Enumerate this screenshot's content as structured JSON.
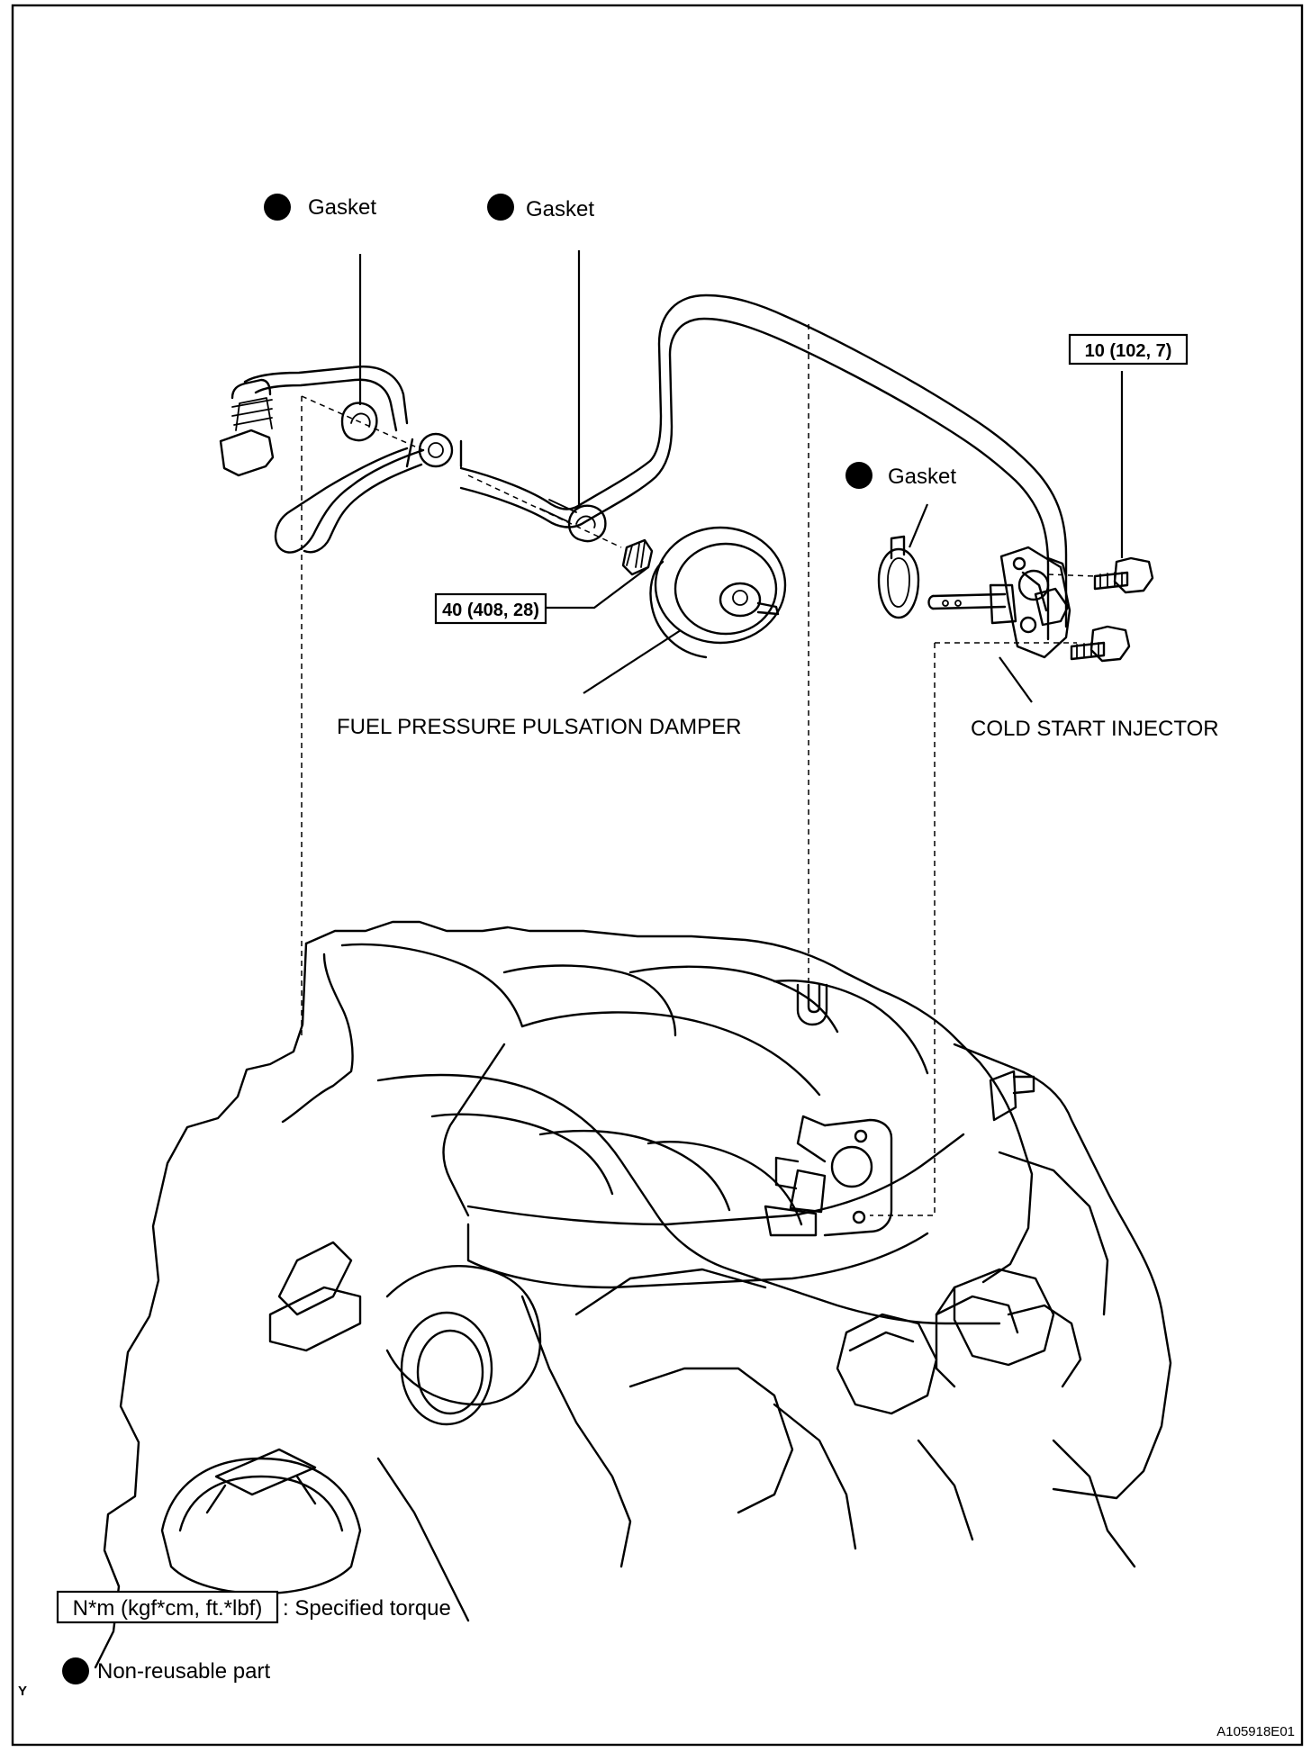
{
  "labels": {
    "gasket_1": "Gasket",
    "gasket_2": "Gasket",
    "gasket_3": "Gasket",
    "torque_damper": "40 (408, 28)",
    "torque_injector": "10 (102, 7)",
    "fuel_pressure_pulsation_damper": "FUEL PRESSURE PULSATION DAMPER",
    "cold_start_injector": "COLD START INJECTOR"
  },
  "legend": {
    "torque_unit": "N*m (kgf*cm, ft.*lbf)",
    "torque_desc": ": Specified torque",
    "nonreusable_desc": "Non-reusable part"
  },
  "corner_mark": "Y",
  "figure_code": "A105918E01"
}
